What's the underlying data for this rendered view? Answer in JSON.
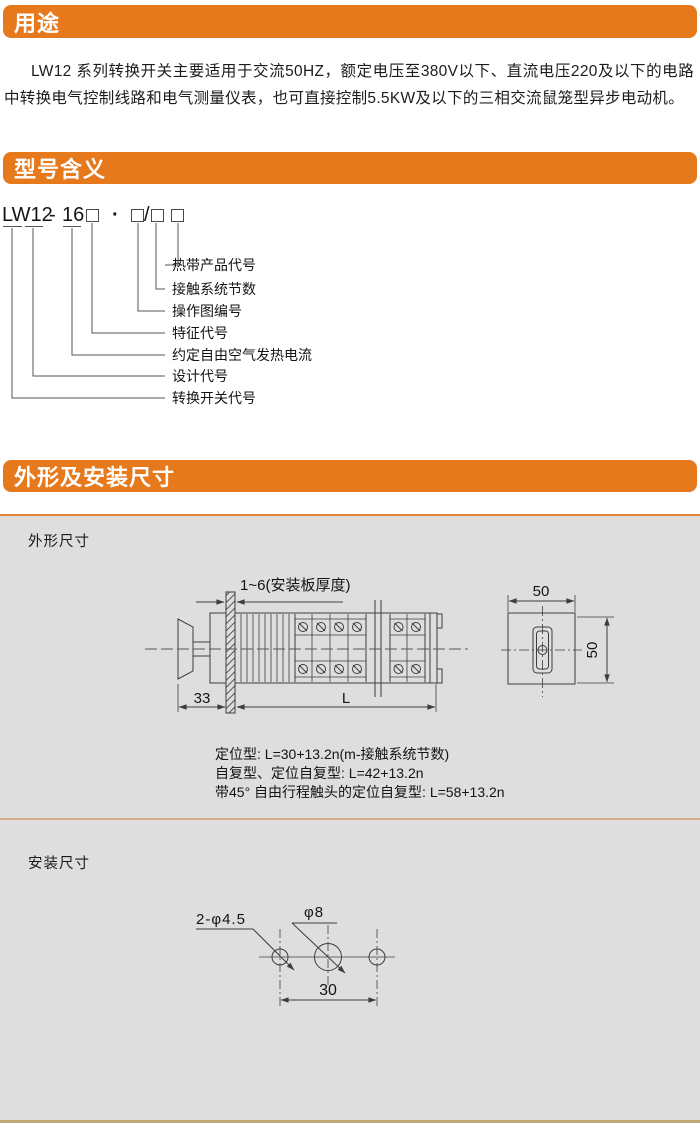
{
  "colors": {
    "accent_orange": "#e7791d",
    "panel_gray": "#dedede",
    "panel_top_border": "#df8434",
    "divider_tan": "#d5ad84",
    "bottom_border_tan": "#c2a878",
    "drawing_line": "#3d3d3d"
  },
  "sections": {
    "usage": {
      "title": "用途",
      "paragraph": "LW12 系列转换开关主要适用于交流50HZ，额定电压至380V以下、直流电压220及以下的电路中转换电气控制线路和电气测量仪表，也可直接控制5.5KW及以下的三相交流鼠笼型异步电动机。"
    },
    "model": {
      "title": "型号含义",
      "code": {
        "series": "LW12",
        "dash": "-",
        "current": "16",
        "dot": "·",
        "slash": "/"
      },
      "labels": [
        "热带产品代号",
        "接触系统节数",
        "操作图编号",
        "特征代号",
        "约定自由空气发热电流",
        "设计代号",
        "转换开关代号"
      ]
    },
    "dims": {
      "title": "外形及安装尺寸",
      "outline": {
        "subtitle": "外形尺寸",
        "plate_label": "1~6(安装板厚度)",
        "dim_33": "33",
        "dim_L": "L",
        "dim_50_top": "50",
        "dim_50_side": "50",
        "formulas": [
          "定位型: L=30+13.2n(m-接触系统节数)",
          "自复型、定位自复型: L=42+13.2n",
          "带45° 自由行程触头的定位自复型: L=58+13.2n"
        ]
      },
      "install": {
        "subtitle": "安装尺寸",
        "hole_small": "2-φ4.5",
        "hole_big": "φ8",
        "dim_30": "30"
      }
    }
  }
}
